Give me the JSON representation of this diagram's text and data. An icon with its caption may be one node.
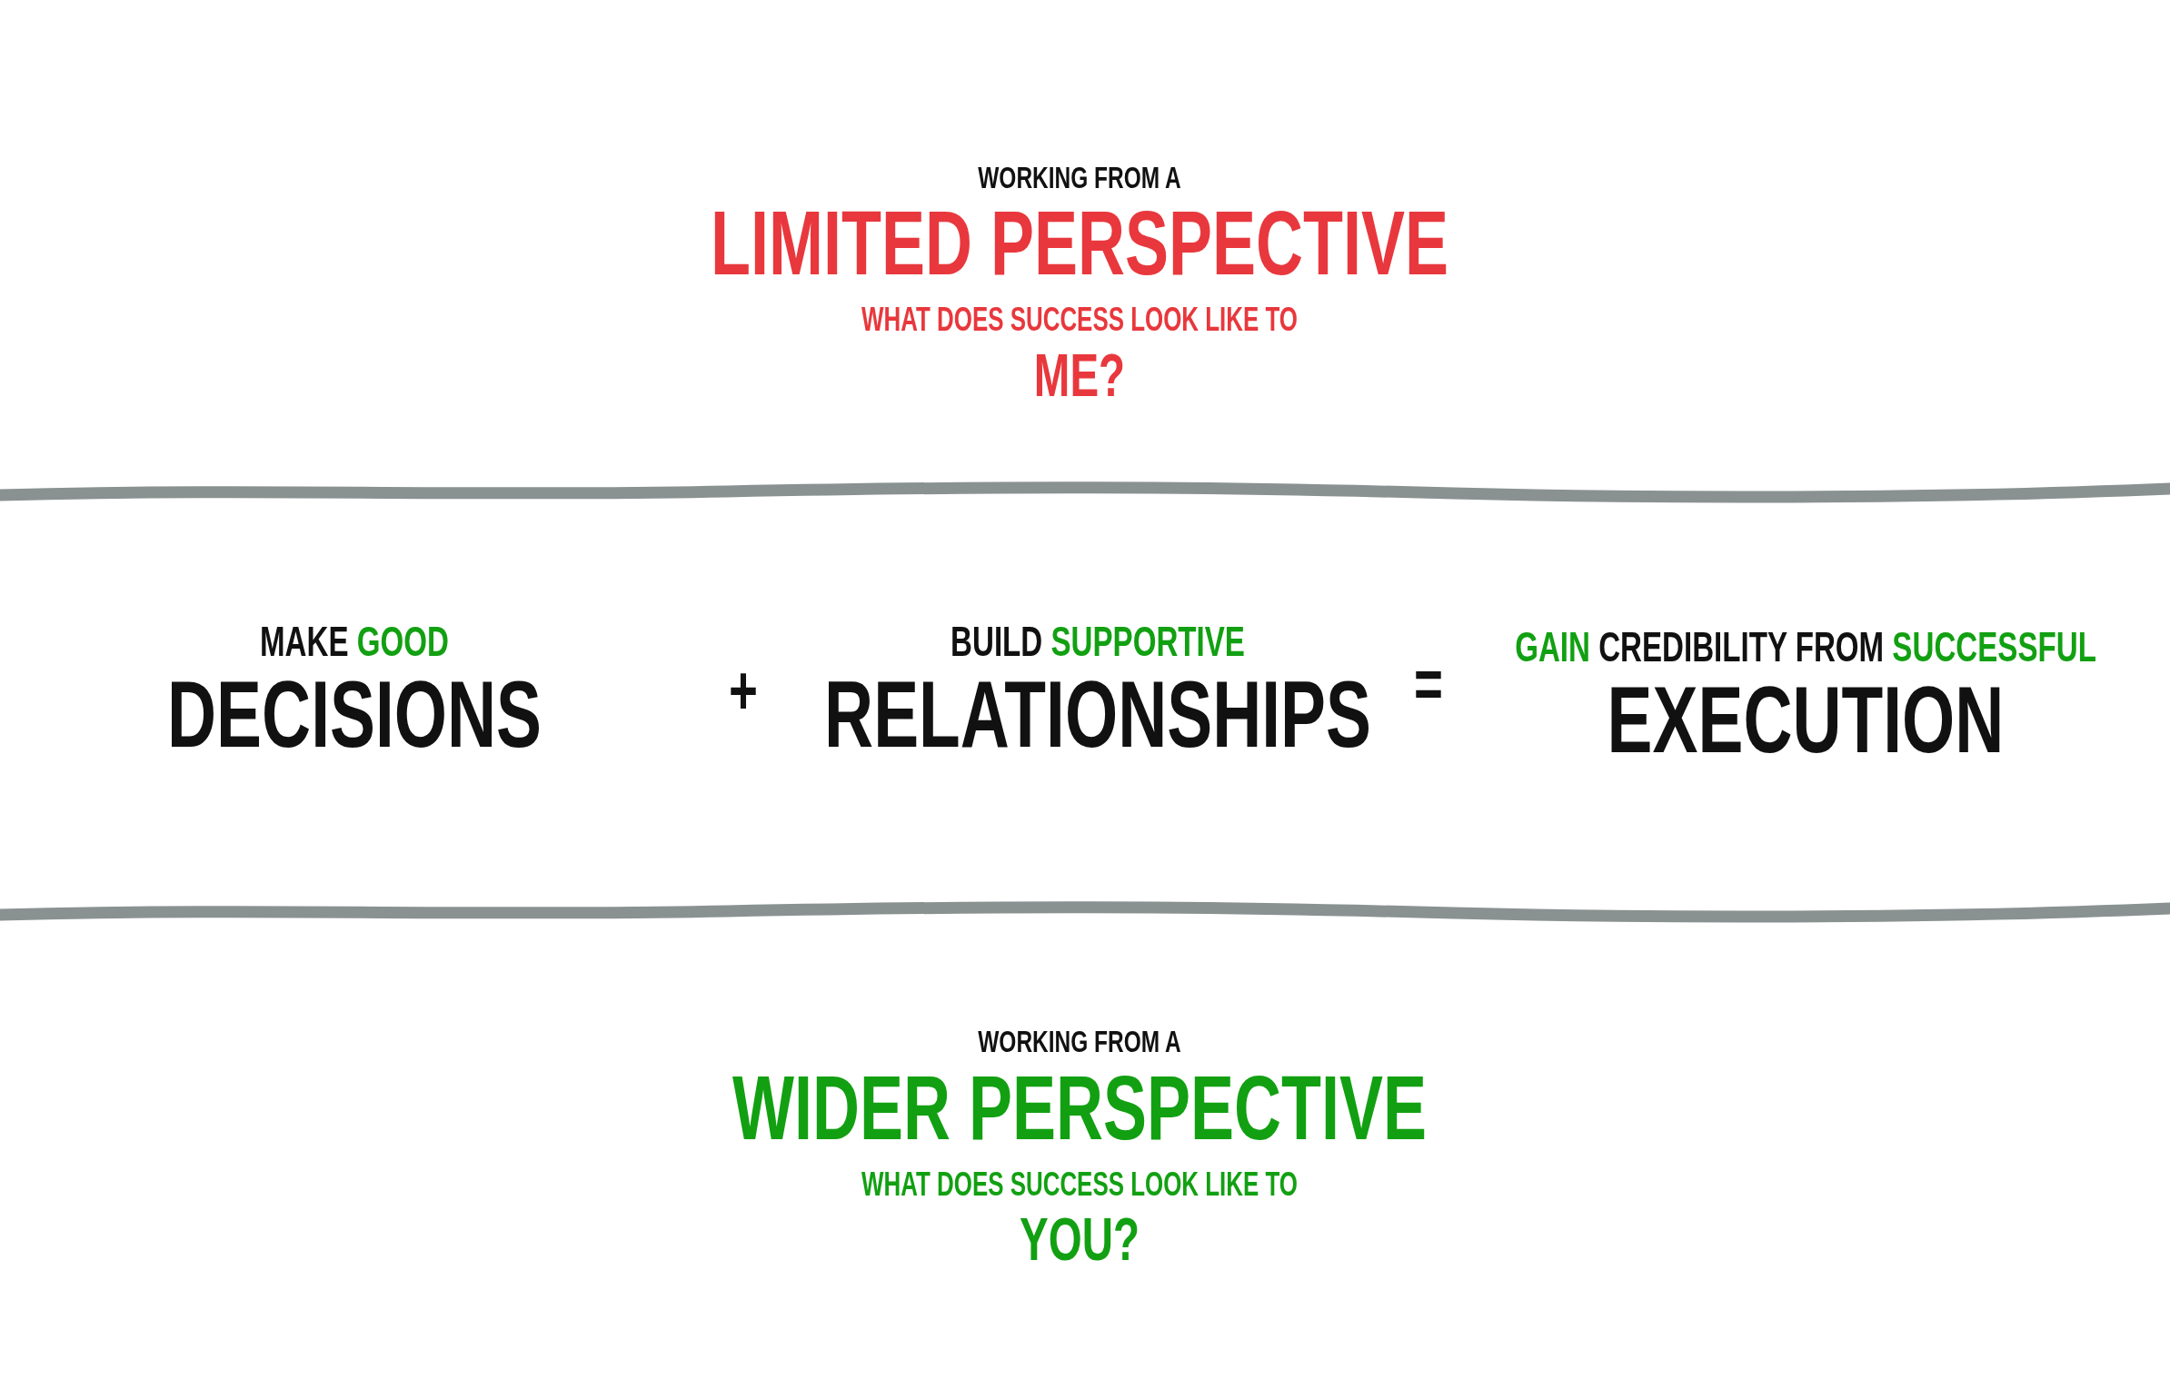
{
  "diagram": {
    "labels": [
      "WORKING FROM A",
      "LIMITED PERSPECTIVE",
      "WHAT DOES SUCCESS LOOK LIKE TO",
      "ME?",
      "MAKE GOOD",
      "DECISIONS",
      "+",
      "BUILD SUPPORTIVE",
      "RELATIONSHIPS",
      "=",
      "GAIN CREDIBILITY FROM SUCCESSFUL",
      "EXECUTION",
      "WORKING FROM A",
      "WIDER PERSPECTIVE",
      "WHAT DOES SUCCESS LOOK LIKE TO",
      "YOU?"
    ]
  }
}
